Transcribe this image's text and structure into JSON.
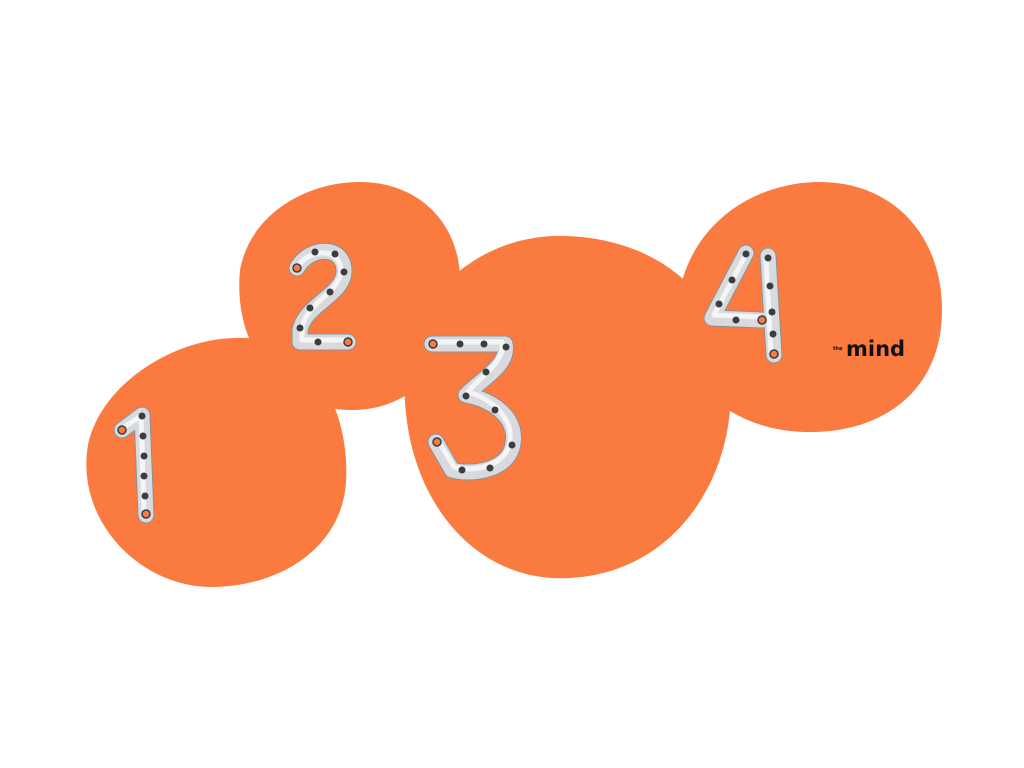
{
  "digits": [
    {
      "label": "1"
    },
    {
      "label": "2"
    },
    {
      "label": "3"
    },
    {
      "label": "4"
    }
  ],
  "brand": {
    "prefix": "the",
    "name": "mind"
  },
  "colors": {
    "background": "#ffffff",
    "blob": "#fb7a3f",
    "chain": "#d8dadd",
    "text": "#111111"
  }
}
